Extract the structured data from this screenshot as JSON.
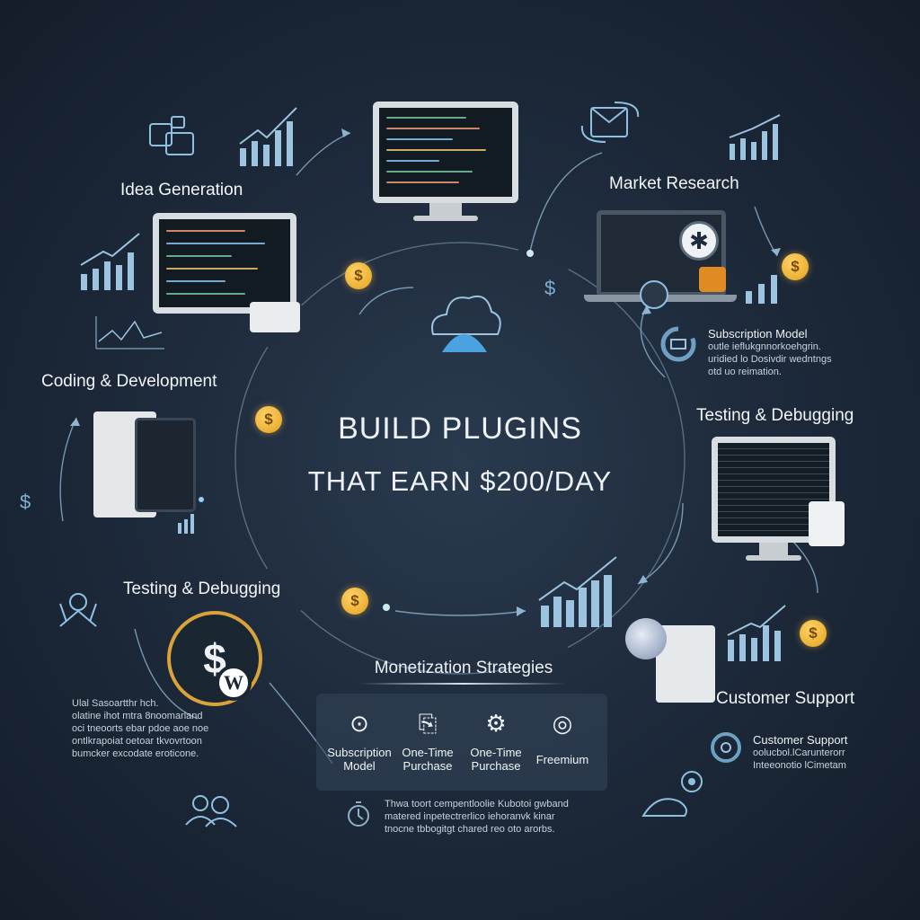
{
  "title": {
    "line1": "BUILD PLUGINS",
    "line2": "THAT EARN $200/DAY"
  },
  "stages": {
    "idea": "Idea Generation",
    "market": "Market Research",
    "coding": "Coding & Development",
    "testing_right": "Testing & Debugging",
    "testing_left": "Testing & Debugging",
    "support": "Customer Support",
    "monetization": "Monetization Strategies"
  },
  "subscription_note": {
    "title": "Subscription Model",
    "lines": [
      "outle ieflukgnnorkoehgrin.",
      "uridied lo Dosivdir wedntngs",
      "otd uo reimation."
    ]
  },
  "left_note": {
    "lines": [
      "Ulal Sasoartthr hch.",
      "olatine ihot mtra 8noomarland",
      "oci tneoorts ebar pdoe aoe noe",
      "ontlkrapoiat oetoar tkvovrtoon",
      "bumcker excodate eroticone."
    ]
  },
  "support_note": {
    "title": "Customer Support",
    "lines": [
      "oolucbol.lCarunterorr",
      "Inteeonotio lCimetam"
    ]
  },
  "strategies": [
    {
      "label": "Subscription\nModel",
      "icon": "dollar-gear-icon"
    },
    {
      "label": "One-Time\nPurchase",
      "icon": "document-download-icon"
    },
    {
      "label": "One-Time\nPurchase",
      "icon": "gear-cancel-icon"
    },
    {
      "label": "Freemium",
      "icon": "target-icon"
    }
  ],
  "strategy_note": {
    "lines": [
      "Thwa toort cempentloolie Kubotoi gwband",
      "matered inpetectrerlico iehoranvk kinar",
      "tnocne tbbogitgt chared reo oto arorbs."
    ]
  },
  "coin_symbol": "$",
  "wp_symbol": "W",
  "colors": {
    "background": "#1e2b3c",
    "accent": "#7fb0d4",
    "coin": "#f0b429"
  }
}
